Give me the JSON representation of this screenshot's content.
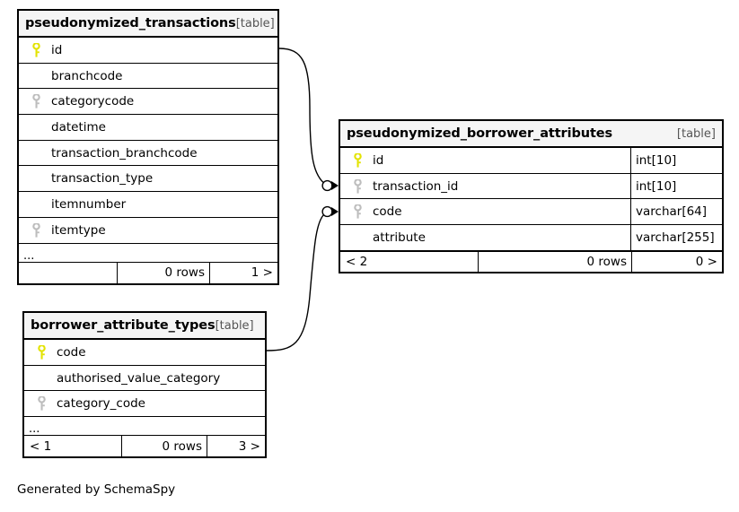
{
  "diagram": {
    "generator_note": "Generated by SchemaSpy",
    "kind_label": "[table]",
    "ellipsis": "...",
    "colors": {
      "primary_key": "#e3e300",
      "foreign_key": "#bdbdbd",
      "border": "#000000",
      "header_background": "#f5f5f5",
      "background": "#ffffff"
    }
  },
  "tables": [
    {
      "id": "pseudonymized_transactions",
      "name": "pseudonymized_transactions",
      "kind": "[table]",
      "columns": [
        {
          "name": "id",
          "key": "primary",
          "type": ""
        },
        {
          "name": "branchcode",
          "key": "none",
          "type": ""
        },
        {
          "name": "categorycode",
          "key": "foreign",
          "type": ""
        },
        {
          "name": "datetime",
          "key": "none",
          "type": ""
        },
        {
          "name": "transaction_branchcode",
          "key": "none",
          "type": ""
        },
        {
          "name": "transaction_type",
          "key": "none",
          "type": ""
        },
        {
          "name": "itemnumber",
          "key": "none",
          "type": ""
        },
        {
          "name": "itemtype",
          "key": "foreign",
          "type": ""
        }
      ],
      "has_more": true,
      "footer": {
        "left": "",
        "middle": "0 rows",
        "right": "1 >"
      }
    },
    {
      "id": "pseudonymized_borrower_attributes",
      "name": "pseudonymized_borrower_attributes",
      "kind": "[table]",
      "columns": [
        {
          "name": "id",
          "key": "primary",
          "type": "int[10]"
        },
        {
          "name": "transaction_id",
          "key": "foreign",
          "type": "int[10]"
        },
        {
          "name": "code",
          "key": "foreign",
          "type": "varchar[64]"
        },
        {
          "name": "attribute",
          "key": "none",
          "type": "varchar[255]"
        }
      ],
      "has_more": false,
      "footer": {
        "left": "< 2",
        "middle": "0 rows",
        "right": "0 >"
      }
    },
    {
      "id": "borrower_attribute_types",
      "name": "borrower_attribute_types",
      "kind": "[table]",
      "columns": [
        {
          "name": "code",
          "key": "primary",
          "type": ""
        },
        {
          "name": "authorised_value_category",
          "key": "none",
          "type": ""
        },
        {
          "name": "category_code",
          "key": "foreign",
          "type": ""
        }
      ],
      "has_more": true,
      "footer": {
        "left": "< 1",
        "middle": "0 rows",
        "right": "3 >"
      }
    }
  ],
  "relationships": [
    {
      "from_table": "pseudonymized_transactions",
      "from_column": "id",
      "to_table": "pseudonymized_borrower_attributes",
      "to_column": "transaction_id",
      "from_cardinality": "zero-or-one",
      "to_cardinality": "many"
    },
    {
      "from_table": "borrower_attribute_types",
      "from_column": "code",
      "to_table": "pseudonymized_borrower_attributes",
      "to_column": "code",
      "from_cardinality": "zero-or-one",
      "to_cardinality": "many"
    }
  ]
}
